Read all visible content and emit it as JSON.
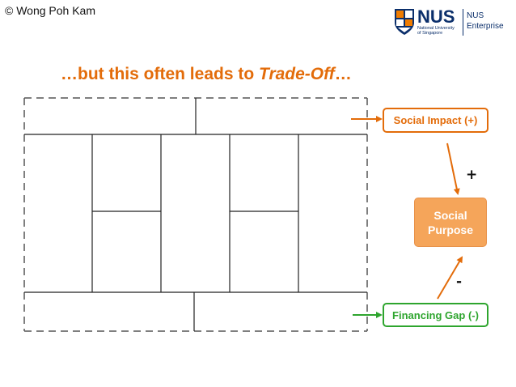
{
  "header": {
    "copyright": "© Wong Poh Kam"
  },
  "logo": {
    "name": "NUS",
    "subtitle_line1": "National University",
    "subtitle_line2": "of Singapore",
    "unit_line1": "NUS",
    "unit_line2": "Enterprise",
    "brand_color": "#0b2f6b",
    "accent_color": "#ef7c00"
  },
  "title": {
    "prefix": "…but this often leads to ",
    "emphasis": "Trade-Off",
    "suffix": "…"
  },
  "diagram": {
    "social_impact_label": "Social Impact (+)",
    "social_purpose_line1": "Social",
    "social_purpose_line2": "Purpose",
    "financing_gap_label": "Financing Gap (-)",
    "plus_sign": "+",
    "minus_sign": "-",
    "colors": {
      "orange": "#e36c0a",
      "purpose_fill": "#f5a55a",
      "green": "#2ea52e",
      "canvas_lines": "#222222",
      "dashed": "#555555"
    }
  }
}
